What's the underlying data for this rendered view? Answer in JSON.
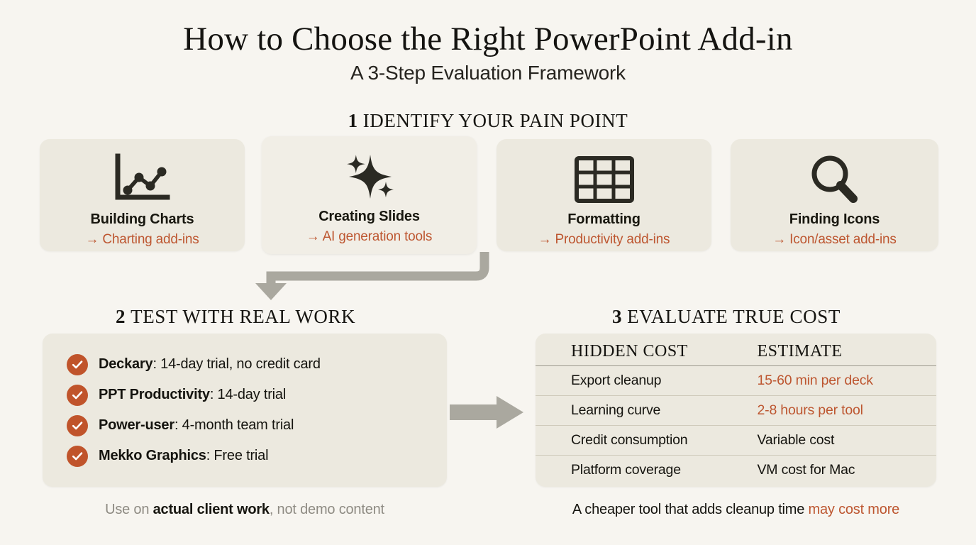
{
  "header": {
    "title": "How to Choose the Right PowerPoint Add-in",
    "subtitle": "A 3-Step Evaluation Framework"
  },
  "colors": {
    "background": "#f7f5f0",
    "card": "#ece9df",
    "accent_orange": "#bd5630",
    "check_badge": "#c0542b",
    "arrow_grey": "#aaa89f",
    "ink": "#15140f",
    "muted": "#8e8b83"
  },
  "step1": {
    "number": "1",
    "heading": "IDENTIFY YOUR PAIN POINT",
    "cards": [
      {
        "icon": "line-chart-icon",
        "title": "Building Charts",
        "recommendation": "→ Charting add-ins",
        "highlighted": false
      },
      {
        "icon": "sparkles-icon",
        "title": "Creating Slides",
        "recommendation": "→ AI generation tools",
        "highlighted": true
      },
      {
        "icon": "table-grid-icon",
        "title": "Formatting",
        "recommendation": "→ Productivity add-ins",
        "highlighted": false
      },
      {
        "icon": "magnifier-icon",
        "title": "Finding Icons",
        "recommendation": "→ Icon/asset add-ins",
        "highlighted": false
      }
    ]
  },
  "step2": {
    "number": "2",
    "heading": "TEST WITH REAL WORK",
    "items": [
      {
        "name": "Deckary",
        "detail": ": 14-day trial, no credit card"
      },
      {
        "name": "PPT Productivity",
        "detail": ": 14-day trial"
      },
      {
        "name": "Power-user",
        "detail": ": 4-month team trial"
      },
      {
        "name": "Mekko Graphics",
        "detail": ": Free trial"
      }
    ],
    "footnote": {
      "prefix": "Use on ",
      "emphasis": "actual client work",
      "suffix": ", not demo content"
    }
  },
  "step3": {
    "number": "3",
    "heading": "EVALUATE TRUE COST",
    "table": {
      "columns": [
        "HIDDEN COST",
        "ESTIMATE"
      ],
      "rows": [
        {
          "cost": "Export cleanup",
          "estimate": "15-60 min per deck",
          "accent": true
        },
        {
          "cost": "Learning curve",
          "estimate": "2-8 hours per tool",
          "accent": true
        },
        {
          "cost": "Credit consumption",
          "estimate": "Variable cost",
          "accent": false
        },
        {
          "cost": "Platform coverage",
          "estimate": "VM cost for Mac",
          "accent": false
        }
      ]
    },
    "footnote": {
      "prefix": "A cheaper tool that adds cleanup time ",
      "emphasis": "may cost more"
    }
  },
  "connectors": {
    "elbow": "elbow-arrow-down-left",
    "middle": "arrow-right"
  }
}
